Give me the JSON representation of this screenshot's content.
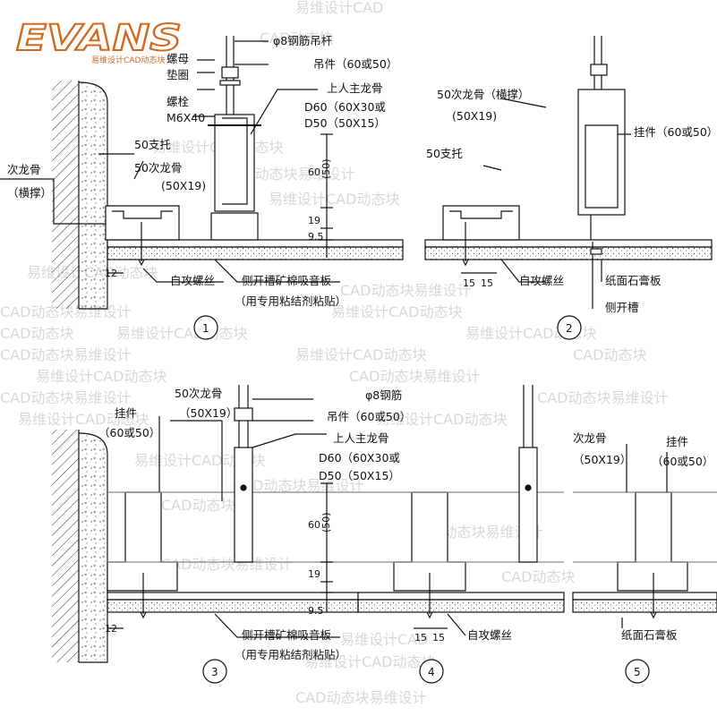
{
  "logo": {
    "main": "EVANS",
    "sub": "易维设计CAD动态块"
  },
  "watermark": [
    "易维设计CAD动态块",
    "CAD动态块易维设计",
    "易维设计CAD",
    "CAD动态块"
  ],
  "details": {
    "d1": {
      "number": "1",
      "rod": "φ8钢筋吊杆",
      "nut": "螺母",
      "washer": "垫圈",
      "bolt": "螺栓",
      "bolt_size": "M6X40",
      "hanger": "吊件（60或50）",
      "main_runner": "上人主龙骨",
      "main_runner_d60": "D60（60X30或",
      "main_runner_d50": "D50（50X15）",
      "bracket": "50支托",
      "sub_runner": "50次龙骨",
      "sub_runner_size": "(50X19)",
      "cross_runner": "次龙骨",
      "cross_runner_brace": "（横撑）",
      "screw": "自攻螺丝",
      "board": "侧开槽矿棉吸音板",
      "board_note": "（用专用粘结剂粘贴）",
      "dims": [
        "60",
        "(50)",
        "19",
        "9.5",
        "12"
      ]
    },
    "d2": {
      "number": "2",
      "sub_runner": "50次龙骨（横撑）",
      "sub_runner_size": "(50X19)",
      "bracket": "50支托",
      "clip": "挂件（60或50）",
      "screw": "自攻螺丝",
      "gypsum": "纸面石膏板",
      "slot": "侧开槽",
      "dims": [
        "15",
        "15"
      ]
    },
    "d3": {
      "number": "3",
      "sub_runner": "50次龙骨",
      "sub_runner_size": "（50X19）",
      "clip": "挂件",
      "clip_size": "（60或50）",
      "rod": "φ8钢筋",
      "hanger": "吊件（60或50）",
      "main_runner": "上人主龙骨",
      "main_runner_d60": "D60（60X30或",
      "main_runner_d50": "D50（50X15）",
      "board": "侧开槽矿棉吸音板",
      "board_note": "（用专用粘结剂粘贴）",
      "dims": [
        "60",
        "(50)",
        "19",
        "9.5",
        "12"
      ]
    },
    "d4": {
      "number": "4",
      "screw": "自攻螺丝",
      "dims": [
        "15",
        "15"
      ]
    },
    "d5": {
      "number": "5",
      "sub_runner": "次龙骨",
      "sub_runner_size": "（50X19）",
      "clip": "挂件",
      "clip_size": "（60或50）",
      "gypsum": "纸面石膏板"
    }
  }
}
